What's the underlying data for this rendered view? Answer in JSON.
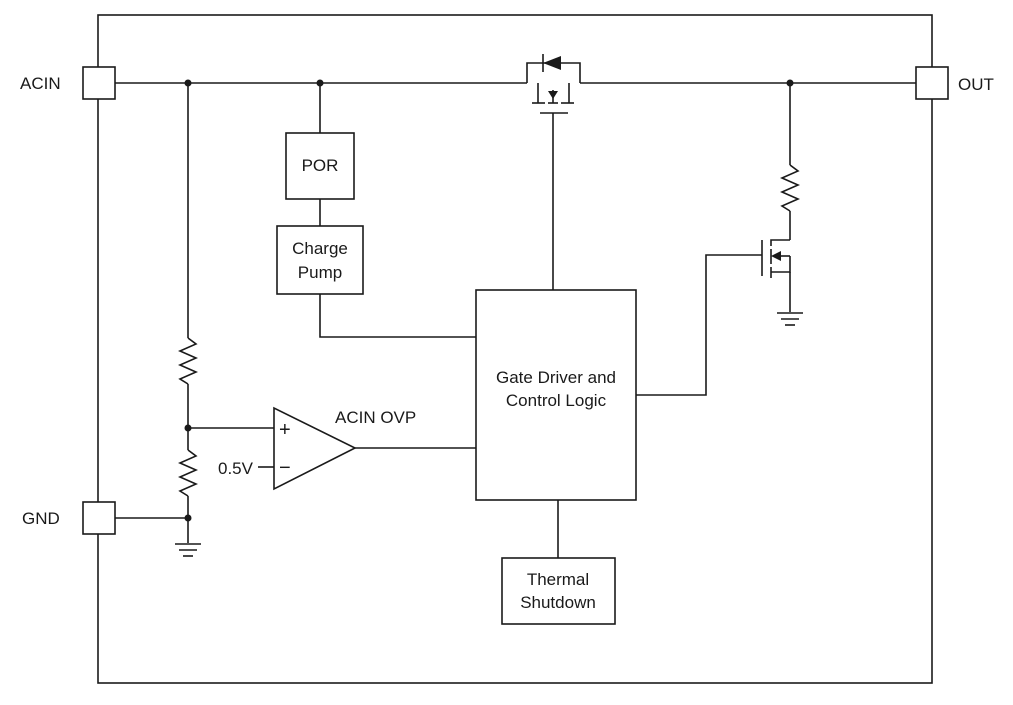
{
  "pins": {
    "acin": "ACIN",
    "out": "OUT",
    "gnd": "GND"
  },
  "blocks": {
    "por": "POR",
    "charge_pump": [
      "Charge",
      "Pump"
    ],
    "gate_driver": [
      "Gate Driver and",
      "Control Logic"
    ],
    "thermal": [
      "Thermal",
      "Shutdown"
    ]
  },
  "comparator": {
    "label": "ACIN OVP",
    "reference": "0.5V",
    "plus": "+",
    "minus": "−"
  }
}
